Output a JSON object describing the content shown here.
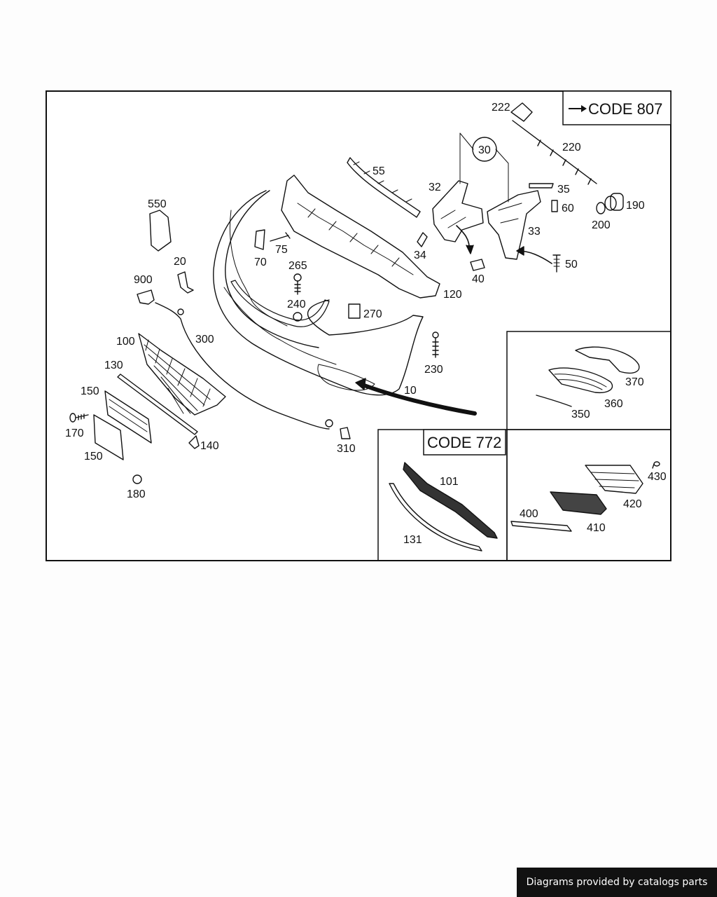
{
  "diagram": {
    "codes": {
      "code_807": "CODE 807",
      "code_772": "CODE 772"
    },
    "part_numbers": {
      "p222": "222",
      "p220": "220",
      "p30": "30",
      "p55": "55",
      "p32": "32",
      "p35": "35",
      "p60": "60",
      "p190": "190",
      "p200": "200",
      "p33": "33",
      "p34": "34",
      "p50": "50",
      "p40": "40",
      "p120": "120",
      "p550": "550",
      "p75": "75",
      "p70": "70",
      "p20": "20",
      "p265": "265",
      "p900": "900",
      "p240": "240",
      "p270": "270",
      "p300": "300",
      "p100": "100",
      "p230": "230",
      "p130": "130",
      "p10": "10",
      "p150a": "150",
      "p170": "170",
      "p140": "140",
      "p310": "310",
      "p150b": "150",
      "p180": "180",
      "p370": "370",
      "p360": "360",
      "p350": "350",
      "p101": "101",
      "p131": "131",
      "p430": "430",
      "p420": "420",
      "p400": "400",
      "p410": "410"
    }
  },
  "footer": {
    "credit": "Diagrams provided by catalogs parts"
  }
}
